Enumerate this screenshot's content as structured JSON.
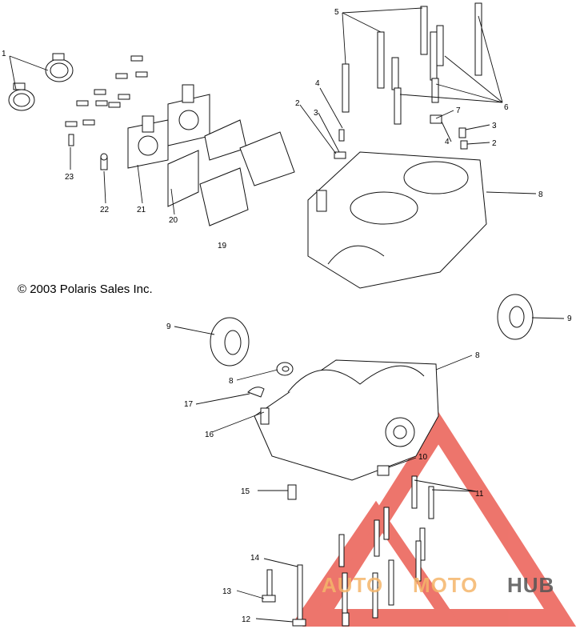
{
  "diagram": {
    "copyright": "© 2003 Polaris Sales Inc.",
    "callouts": [
      {
        "id": "c1",
        "text": "1"
      },
      {
        "id": "c2a",
        "text": "2"
      },
      {
        "id": "c2b",
        "text": "2"
      },
      {
        "id": "c3a",
        "text": "3"
      },
      {
        "id": "c3b",
        "text": "3"
      },
      {
        "id": "c4a",
        "text": "4"
      },
      {
        "id": "c4b",
        "text": "4"
      },
      {
        "id": "c5",
        "text": "5"
      },
      {
        "id": "c6",
        "text": "6"
      },
      {
        "id": "c7",
        "text": "7"
      },
      {
        "id": "c8a",
        "text": "8"
      },
      {
        "id": "c8b",
        "text": "8"
      },
      {
        "id": "c8c",
        "text": "8"
      },
      {
        "id": "c9a",
        "text": "9"
      },
      {
        "id": "c9b",
        "text": "9"
      },
      {
        "id": "c10",
        "text": "10"
      },
      {
        "id": "c11",
        "text": "11"
      },
      {
        "id": "c12",
        "text": "12"
      },
      {
        "id": "c13",
        "text": "13"
      },
      {
        "id": "c14",
        "text": "14"
      },
      {
        "id": "c15",
        "text": "15"
      },
      {
        "id": "c16",
        "text": "16"
      },
      {
        "id": "c17",
        "text": "17"
      },
      {
        "id": "c19",
        "text": "19"
      },
      {
        "id": "c20",
        "text": "20"
      },
      {
        "id": "c21",
        "text": "21"
      },
      {
        "id": "c22",
        "text": "22"
      },
      {
        "id": "c23",
        "text": "23"
      }
    ]
  },
  "watermark": {
    "text_a": "AUTO",
    "text_b": "MOTO",
    "text_c": "HUB",
    "triangle_color": "#e8473c",
    "accent_color": "#f5b66a",
    "dark_color": "#555555"
  }
}
